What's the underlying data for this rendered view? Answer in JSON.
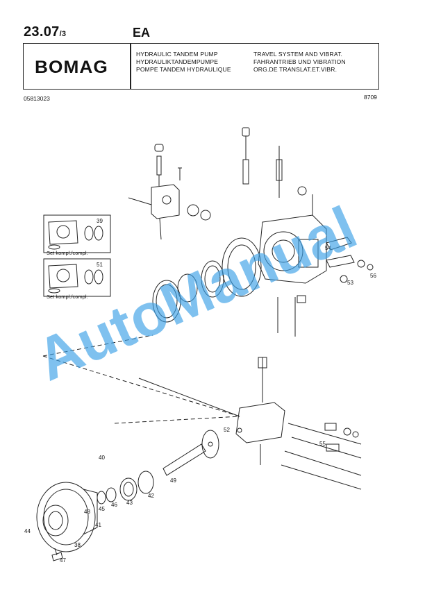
{
  "header": {
    "page_number": "23.07",
    "page_sub": "/3",
    "model_code": "EA",
    "brand_name": "BOMAG",
    "description_left": [
      "HYDRAULIC TANDEM PUMP",
      "HYDRAULIKTANDEMPUMPE",
      "POMPE TANDEM HYDRAULIQUE"
    ],
    "description_right": [
      "TRAVEL SYSTEM AND VIBRAT.",
      "FAHRANTRIEB UND VIBRATION",
      "ORG.DE TRANSLAT.ET.VIBR."
    ],
    "document_number": "05813023",
    "date_code": "8709"
  },
  "watermark": {
    "text": "AutoManual",
    "color": "#3aa0e6"
  },
  "diagram": {
    "set_labels": [
      "Set kompl./compl.",
      "Set kompl./compl."
    ],
    "callouts": [
      "39",
      "51",
      "54",
      "53",
      "56",
      "52",
      "55",
      "40",
      "49",
      "42",
      "43",
      "46",
      "45",
      "48",
      "41",
      "44",
      "38",
      "47"
    ]
  }
}
